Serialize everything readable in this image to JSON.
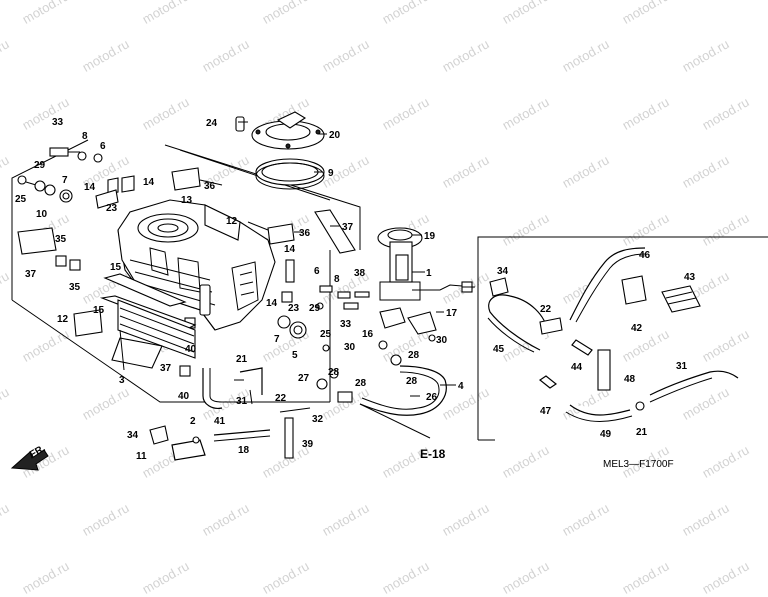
{
  "watermark": "motod.ru",
  "diagram_code": "MEL3—F1700F",
  "reference_label": "E-18",
  "direction_label": "FR.",
  "callouts": {
    "c1": "1",
    "c2": "2",
    "c3": "3",
    "c4": "4",
    "c5": "5",
    "c6": "6",
    "c7": "7",
    "c8": "8",
    "c9": "9",
    "c10": "10",
    "c11": "11",
    "c12": "12",
    "c13": "13",
    "c14": "14",
    "c15": "15",
    "c16": "16",
    "c17": "17",
    "c18": "18",
    "c19": "19",
    "c20": "20",
    "c21": "21",
    "c22": "22",
    "c23": "23",
    "c24": "24",
    "c25": "25",
    "c26": "26",
    "c27": "27",
    "c28": "28",
    "c29": "29",
    "c30": "30",
    "c31": "31",
    "c32": "32",
    "c33": "33",
    "c34": "34",
    "c35": "35",
    "c36": "36",
    "c37": "37",
    "c38": "38",
    "c39": "39",
    "c40": "40",
    "c41": "41",
    "c42": "42",
    "c43": "43",
    "c44": "44",
    "c45": "45",
    "c46": "46",
    "c47": "47",
    "c48": "48",
    "c49": "49"
  }
}
